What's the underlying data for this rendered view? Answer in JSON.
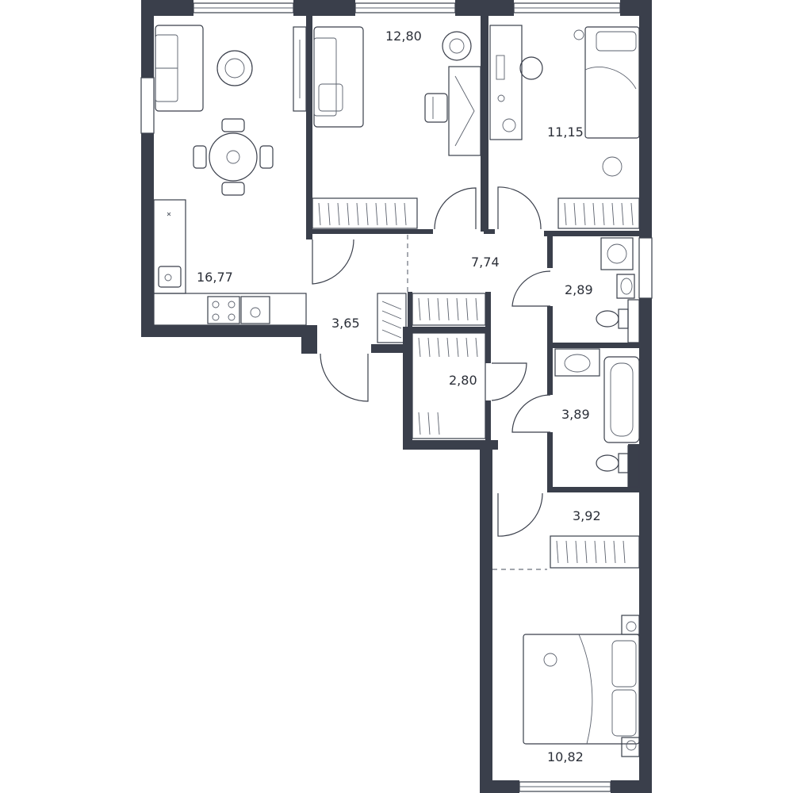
{
  "floor_plan": {
    "rooms": [
      {
        "id": "kitchen-living",
        "area": "16,77"
      },
      {
        "id": "room-top-middle",
        "area": "12,80"
      },
      {
        "id": "room-top-right",
        "area": "11,15"
      },
      {
        "id": "corridor",
        "area": "7,74"
      },
      {
        "id": "entrance-hall",
        "area": "3,65"
      },
      {
        "id": "bathroom-small",
        "area": "2,89"
      },
      {
        "id": "wardrobe",
        "area": "2,80"
      },
      {
        "id": "bathroom-large",
        "area": "3,89"
      },
      {
        "id": "hall-lower",
        "area": "3,92"
      },
      {
        "id": "bedroom-bottom",
        "area": "10,82"
      }
    ],
    "colors": {
      "wall": "#3a3f4b",
      "background": "#ffffff",
      "text": "#2b2f38"
    }
  }
}
